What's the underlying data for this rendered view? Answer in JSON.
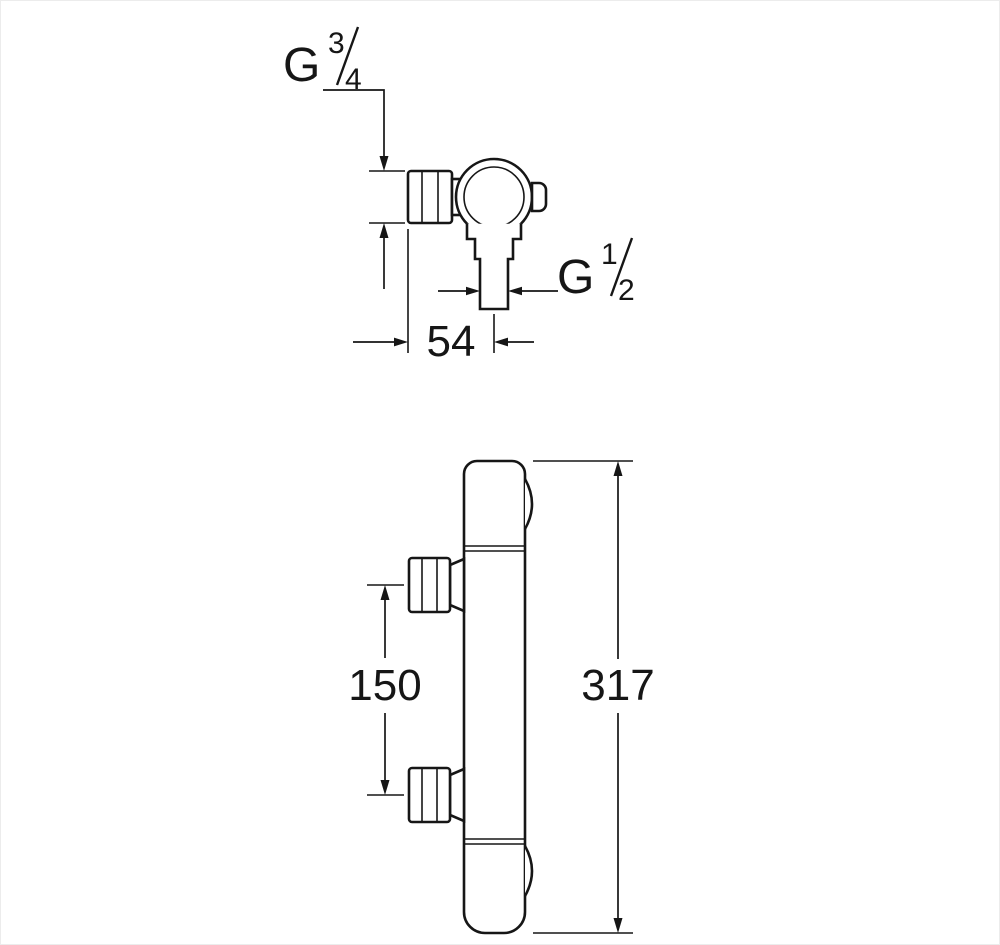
{
  "drawing": {
    "background_color": "#ffffff",
    "line_color": "#161616",
    "type": "technical-dimension-drawing"
  },
  "annotations": {
    "inlet_thread": {
      "letter": "G",
      "numerator": "3",
      "denominator": "4"
    },
    "outlet_thread": {
      "letter": "G",
      "numerator": "1",
      "denominator": "2"
    },
    "dim_offset": {
      "value": "54"
    },
    "dim_center_distance": {
      "value": "150"
    },
    "dim_total_height": {
      "value": "317"
    }
  }
}
